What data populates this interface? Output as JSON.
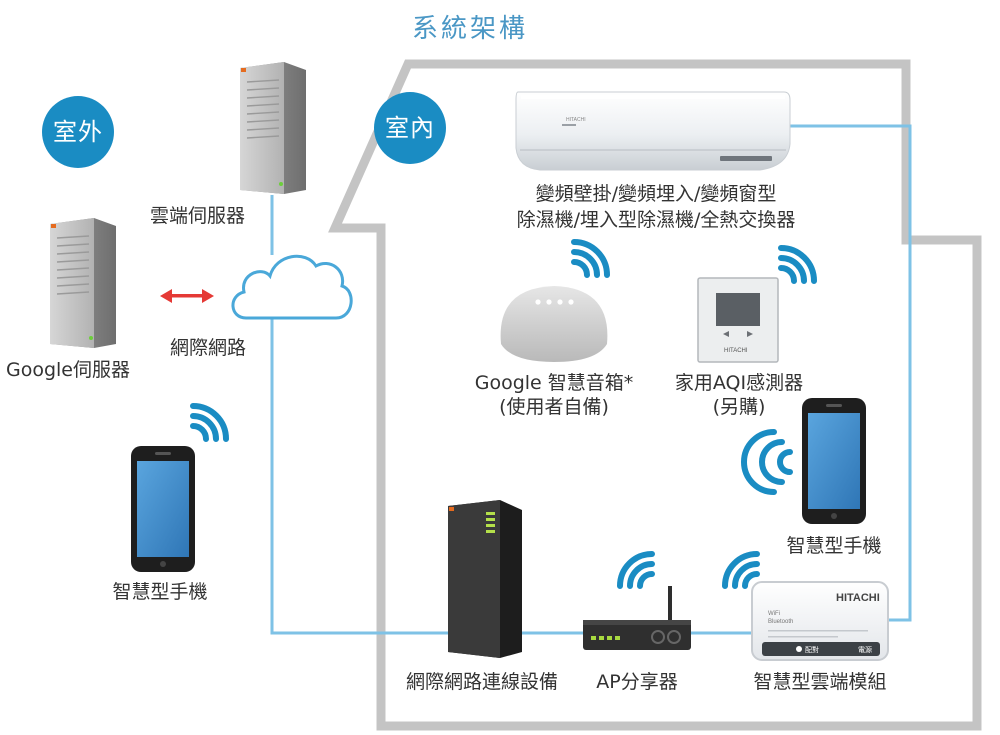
{
  "title": "系統架構",
  "zones": {
    "outdoor": "室外",
    "indoor": "室內"
  },
  "devices": {
    "cloud_server": "雲端伺服器",
    "google_server": "Google伺服器",
    "internet": "網際網路",
    "phone_outdoor": "智慧型手機",
    "ac_line1": "變頻壁掛/變頻埋入/變頻窗型",
    "ac_line2": "除濕機/埋入型除濕機/全熱交換器",
    "speaker_line1": "Google 智慧音箱*",
    "speaker_line2": "(使用者自備)",
    "aqi_line1": "家用AQI感測器",
    "aqi_line2": "(另購)",
    "phone_indoor": "智慧型手機",
    "network_equipment": "網際網路連線設備",
    "ap_router": "AP分享器",
    "cloud_module": "智慧型雲端模組"
  },
  "product_text": {
    "brand": "HITACHI",
    "module_wifi": "WiFi",
    "module_bt": "Bluetooth",
    "module_pair": "配對",
    "module_power": "電源"
  },
  "colors": {
    "accent": "#1a8cc3",
    "title": "#4a97c5",
    "connection_line": "#7ec2e6",
    "house_outline": "#c4c4c4",
    "link_arrow": "#e53935"
  }
}
